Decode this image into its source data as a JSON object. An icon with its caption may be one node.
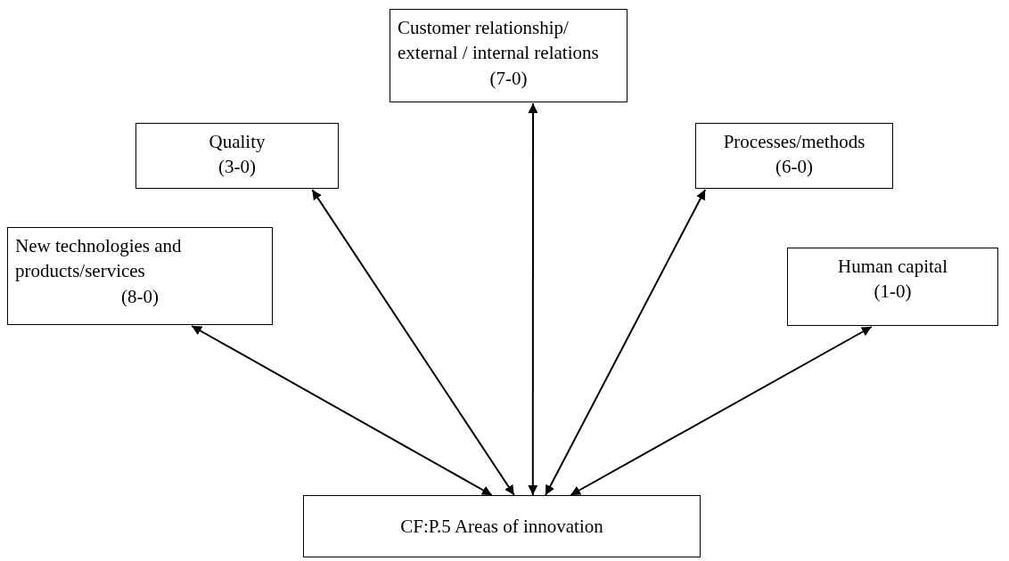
{
  "diagram": {
    "nodes": [
      {
        "text": [
          "Customer relationship/ external / internal relations",
          "(7-0)"
        ]
      },
      {
        "text": [
          "Quality",
          "(3-0)"
        ]
      },
      {
        "text": [
          "Processes/methods",
          "(6-0)"
        ]
      },
      {
        "text": [
          "New technologies and products/services",
          "(8-0)"
        ]
      },
      {
        "text": [
          "Human capital",
          "(1-0)"
        ]
      },
      {
        "text": [
          "CF:P.5 Areas of innovation"
        ]
      }
    ],
    "edges": [
      {
        "from": 5,
        "to": 3,
        "arrow": "both"
      },
      {
        "from": 5,
        "to": 1,
        "arrow": "both"
      },
      {
        "from": 5,
        "to": 0,
        "arrow": "both"
      },
      {
        "from": 5,
        "to": 2,
        "arrow": "both"
      },
      {
        "from": 5,
        "to": 4,
        "arrow": "both"
      }
    ]
  }
}
